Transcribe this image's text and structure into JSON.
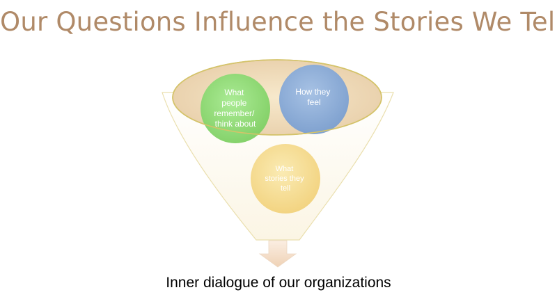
{
  "slide": {
    "title": "Our Questions Influence the Stories We Tell",
    "caption": "Inner dialogue of our organizations"
  },
  "diagram": {
    "type": "funnel",
    "circles": [
      {
        "lines": [
          "What",
          "people",
          "remember/",
          "think about"
        ],
        "color": "#8fdc78"
      },
      {
        "lines": [
          "How they",
          "feel"
        ],
        "color": "#8eb0dd"
      },
      {
        "lines": [
          "What",
          "stories they",
          "tell"
        ],
        "color": "#f6dc90"
      }
    ]
  },
  "colors": {
    "title": "#b08a68",
    "funnel_outline": "#d8c870",
    "arrow": "#f3ddc8"
  }
}
